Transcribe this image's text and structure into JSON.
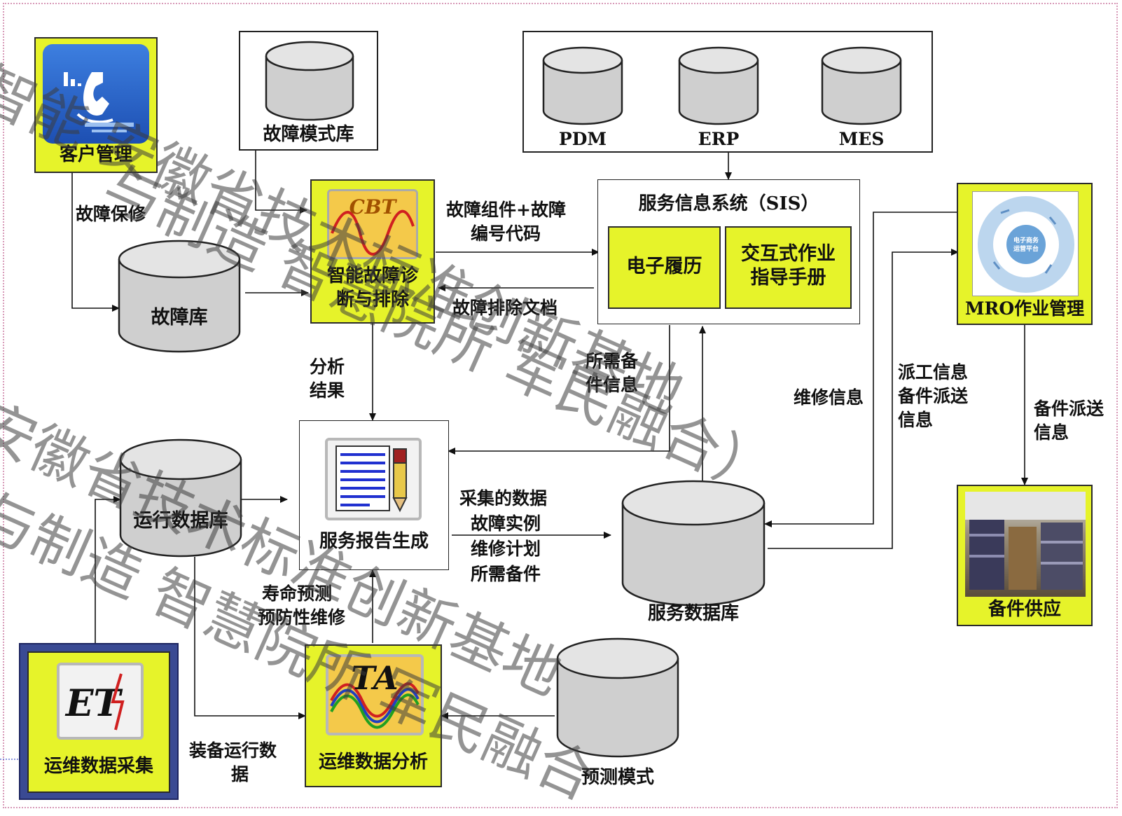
{
  "customer_mgmt": {
    "label": "客户管理"
  },
  "fault_mode_db": {
    "label": "故障模式库"
  },
  "top_dbs": [
    {
      "label": "PDM"
    },
    {
      "label": "ERP"
    },
    {
      "label": "MES"
    }
  ],
  "fault_db": {
    "label": "故障库"
  },
  "intelligent_diag": {
    "label_line1": "智能故障诊",
    "label_line2": "断与排除",
    "icon_text": "CBT"
  },
  "sis": {
    "title": "服务信息系统（SIS）",
    "sub1": "电子履历",
    "sub2_line1": "交互式作业",
    "sub2_line2": "指导手册"
  },
  "mro": {
    "label": "MRO作业管理",
    "icon_center_line1": "电子商务",
    "icon_center_line2": "运营平台"
  },
  "spares_supply": {
    "label": "备件供应"
  },
  "report_gen": {
    "label": "服务报告生成"
  },
  "ops_db": {
    "label": "运行数据库"
  },
  "service_db": {
    "label": "服务数据库"
  },
  "ops_collect": {
    "label": "运维数据采集",
    "icon_text": "ET"
  },
  "ops_analysis": {
    "label": "运维数据分析",
    "icon_text": "TA"
  },
  "predict_model": {
    "label": "预测模式"
  },
  "edge_labels": {
    "fault_repair": "故障保修",
    "fault_code_1": "故障组件+故障",
    "fault_code_2": "编号代码",
    "trouble_doc": "故障排除文档",
    "analysis_1": "分析",
    "analysis_2": "结果",
    "spares_info_1": "所需备",
    "spares_info_2": "件信息",
    "repair_info": "维修信息",
    "dispatch_1": "派工信息",
    "dispatch_2": "备件派送",
    "dispatch_3": "信息",
    "spares_send_1": "备件派送",
    "spares_send_2": "信息",
    "collected_1": "采集的数据",
    "collected_2": "故障实例",
    "collected_3": "维修计划",
    "collected_4": "所需备件",
    "life_1": "寿命预测",
    "life_2": "预防性维修",
    "equip_1": "装备运行数",
    "equip_2": "据"
  },
  "watermarks": {
    "w1": "智能 安徽省技术标准创新基地",
    "w2": "与制造 智慧院所 军民融合）",
    "w3": "安徽省技术标准创新基地",
    "w4": "与制造 智慧院所 军民融合"
  },
  "colors": {
    "accent_yellow": "#e6f32a",
    "navy": "#3a4a93",
    "db_gray": "#c8c8c8"
  }
}
